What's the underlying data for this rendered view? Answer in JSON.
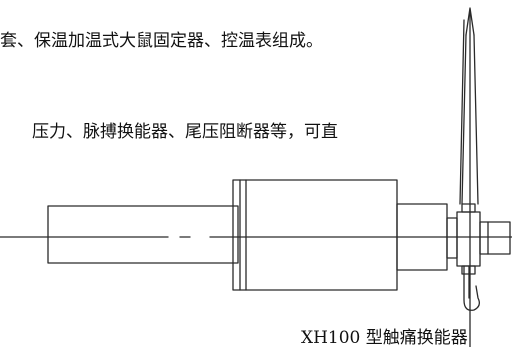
{
  "document": {
    "line1": "套、保温加温式大鼠固定器、控温表组成。",
    "line2": "压力、脉搏换能器、尾压阻断器等，可直",
    "caption": "XH100 型触痛换能器"
  },
  "figure": {
    "stroke_color": "#2a2a2a",
    "background": "#ffffff"
  }
}
